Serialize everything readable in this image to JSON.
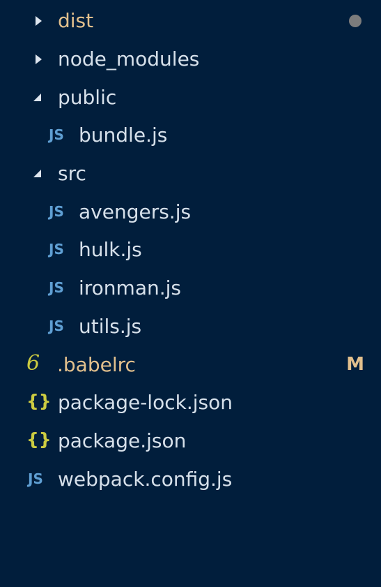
{
  "explorer": {
    "dist": {
      "label": "dist",
      "modified_dot": true
    },
    "node_modules": {
      "label": "node_modules"
    },
    "public": {
      "label": "public",
      "files": [
        {
          "label": "bundle.js",
          "icon": "js-icon",
          "icon_text": "JS"
        }
      ]
    },
    "src": {
      "label": "src",
      "files": [
        {
          "label": "avengers.js",
          "icon": "js-icon",
          "icon_text": "JS"
        },
        {
          "label": "hulk.js",
          "icon": "js-icon",
          "icon_text": "JS"
        },
        {
          "label": "ironman.js",
          "icon": "js-icon",
          "icon_text": "JS"
        },
        {
          "label": "utils.js",
          "icon": "js-icon",
          "icon_text": "JS"
        }
      ]
    },
    "root_files": [
      {
        "label": ".babelrc",
        "icon": "babel-icon",
        "icon_text": "6",
        "badge": "M"
      },
      {
        "label": "package-lock.json",
        "icon": "json-icon",
        "icon_text": "{}"
      },
      {
        "label": "package.json",
        "icon": "json-icon",
        "icon_text": "{}"
      },
      {
        "label": "webpack.config.js",
        "icon": "js-icon",
        "icon_text": "JS"
      }
    ]
  },
  "colors": {
    "background": "#011e3c",
    "text": "#d6e0ea",
    "modified": "#e2c08d",
    "js_icon": "#5f9fd3",
    "json_icon": "#cbcb41"
  }
}
